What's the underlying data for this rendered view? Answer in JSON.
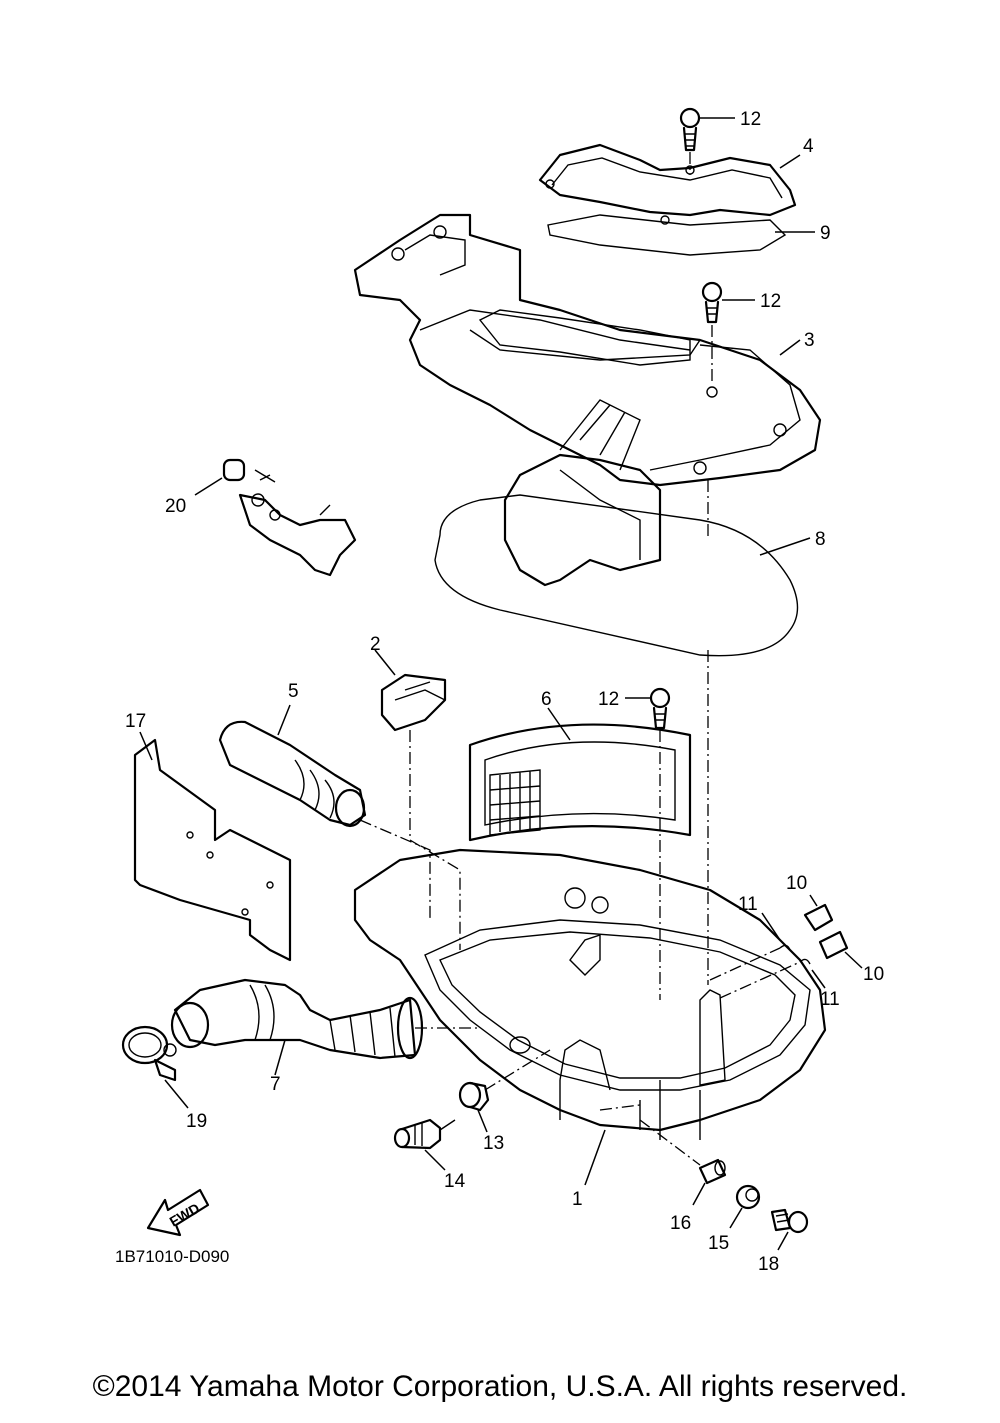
{
  "diagram_code": "1B71010-D090",
  "fwd_label": "FWD",
  "copyright": "©2014 Yamaha Motor Corporation, U.S.A. All rights reserved.",
  "callouts": {
    "c1": "1",
    "c2": "2",
    "c3": "3",
    "c4": "4",
    "c5": "5",
    "c6": "6",
    "c7": "7",
    "c8": "8",
    "c9": "9",
    "c10a": "10",
    "c10b": "10",
    "c11a": "11",
    "c11b": "11",
    "c12a": "12",
    "c12b": "12",
    "c12c": "12",
    "c13": "13",
    "c14": "14",
    "c15": "15",
    "c16": "16",
    "c17": "17",
    "c18": "18",
    "c19": "19",
    "c20": "20"
  }
}
